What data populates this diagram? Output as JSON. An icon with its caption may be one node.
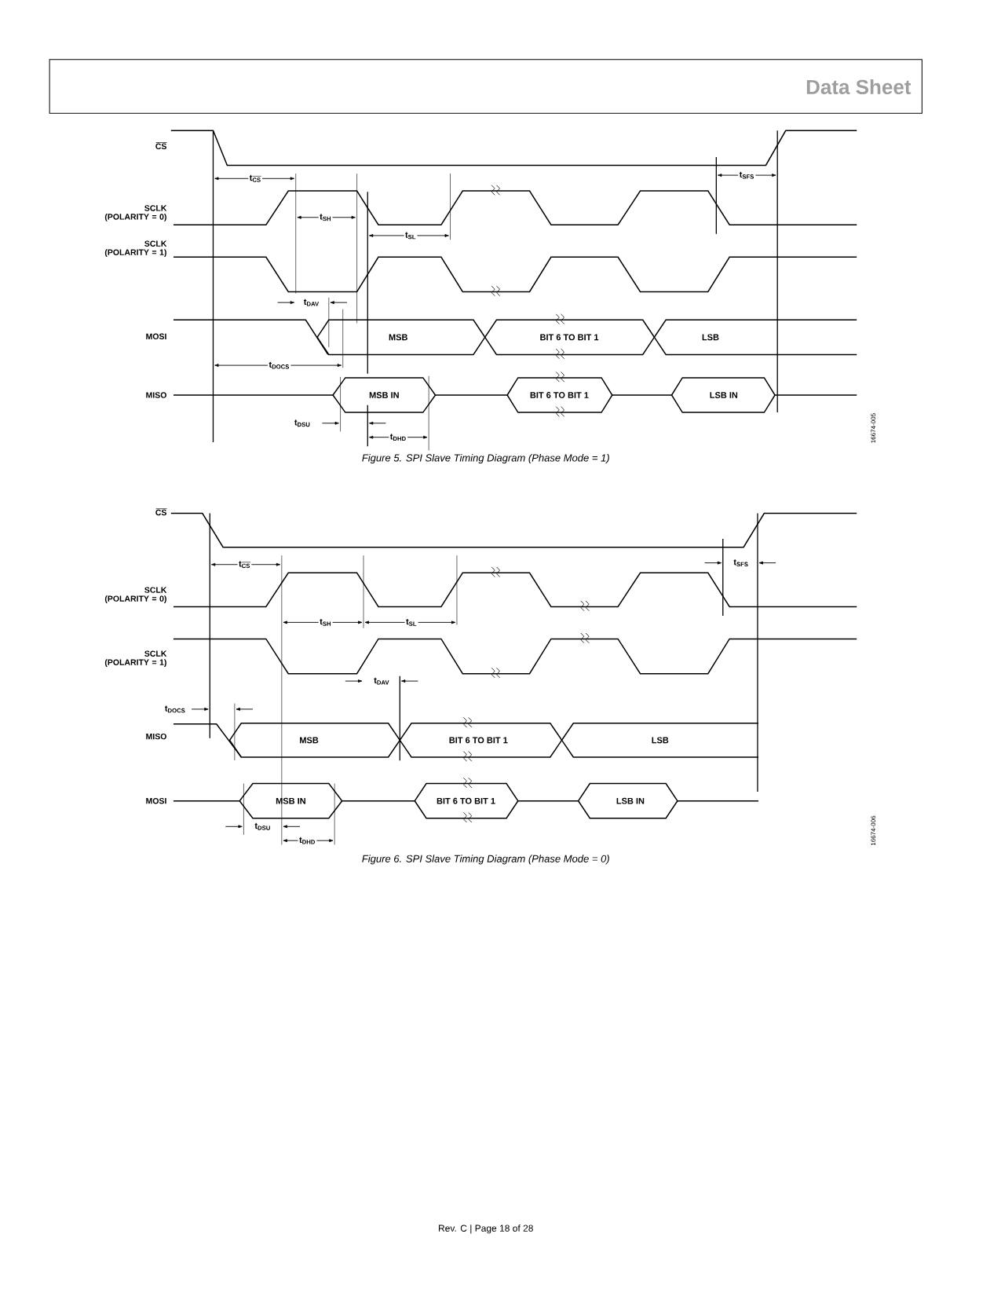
{
  "diagram": {
    "nodes": [
      {
        "text": [
          "MSB"
        ]
      },
      {
        "text": [
          "BIT 6 TO BIT 1"
        ]
      },
      {
        "text": [
          "LSB"
        ]
      },
      {
        "text": [
          "MSB IN"
        ]
      },
      {
        "text": [
          "BIT 6 TO BIT 1"
        ]
      },
      {
        "text": [
          "LSB IN"
        ]
      },
      {
        "text": [
          "MSB"
        ]
      },
      {
        "text": [
          "BIT 6 TO BIT 1"
        ]
      },
      {
        "text": [
          "LSB"
        ]
      },
      {
        "text": [
          "MSB IN"
        ]
      },
      {
        "text": [
          "BIT 6 TO BIT 1"
        ]
      },
      {
        "text": [
          "LSB IN"
        ]
      }
    ],
    "labels": [
      "Data Sheet",
      "CS",
      "SCLK (POLARITY = 0)",
      "SCLK (POLARITY = 1)",
      "MOSI",
      "MISO",
      "t$_{CS}$",
      "t$_{SFS}$",
      "t$_{SH}$",
      "t$_{SL}$",
      "t$_{DAV}$",
      "t$_{DOCS}$",
      "t$_{DSU}$",
      "t$_{DHD}$",
      "16674-005",
      "Figure 5. SPI Slave Timing Diagram (Phase Mode = 1)",
      "CS",
      "SCLK (POLARITY = 0)",
      "SCLK (POLARITY = 1)",
      "MISO",
      "MOSI",
      "t$_{CS}$",
      "t$_{SFS}$",
      "t$_{SH}$",
      "t$_{SL}$",
      "t$_{DAV}$",
      "t$_{DOCS}$",
      "t$_{DSU}$",
      "t$_{DHD}$",
      "16674-006",
      "Figure 6. SPI Slave Timing Diagram (Phase Mode = 0)",
      "Rev. C | Page 18 of 28"
    ]
  }
}
